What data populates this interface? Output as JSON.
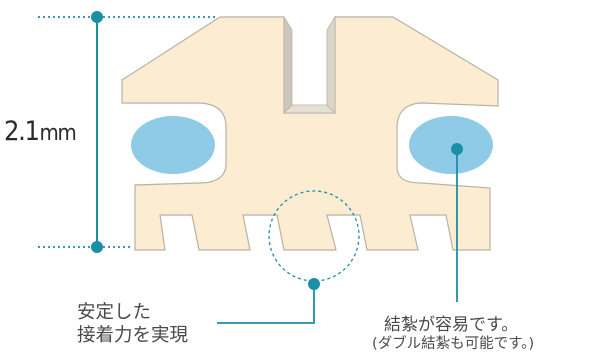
{
  "dimension": {
    "value": "2.1",
    "unit": "mm"
  },
  "callouts": {
    "left_line1": "安定した",
    "left_line2": "接着力を実現",
    "right_line1": "結紮が容易です。",
    "right_line2": "(ダブル結紮も可能です。)"
  },
  "colors": {
    "profile_fill": "#fbecd2",
    "profile_stroke": "#b9b2a6",
    "slot_inner": "#c9c2b7",
    "lumen": "#8fcbe6",
    "accent": "#1b8fa6",
    "text": "#4a4a4a"
  }
}
